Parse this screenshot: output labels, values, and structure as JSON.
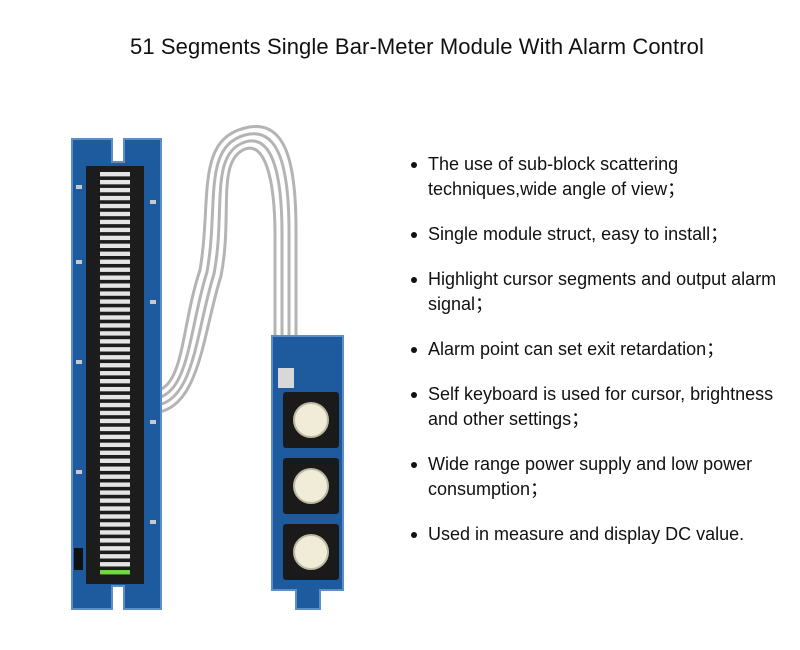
{
  "title": "51 Segments Single Bar-Meter Module With Alarm Control",
  "features": [
    "The use of sub-block scattering techniques,wide angle of view；",
    "Single module struct, easy to install；",
    "Highlight cursor segments and output alarm signal；",
    "Alarm point can set exit retardation；",
    "Self keyboard is used for cursor, brightness and other settings；",
    "Wide range power supply and low power consumption；",
    "Used in measure and display DC value."
  ],
  "meter": {
    "segments": 51,
    "lit_segments": 1
  },
  "keypad": {
    "buttons": 3
  },
  "colors": {
    "pcb": "#1e5a9e",
    "pcb_edge": "#5c8fca",
    "bezel": "#1c1c1c",
    "segment_off": "#e4e4e4",
    "segment_lit": "#6bdd3a",
    "cable": "#b4b4b4",
    "button_cap": "#f0ecd8"
  }
}
